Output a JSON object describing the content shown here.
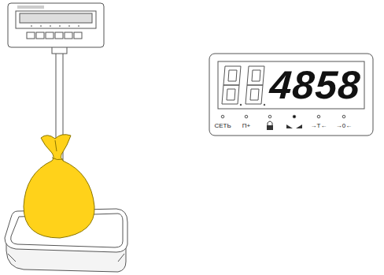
{
  "diagram": {
    "labels": [
      "4858",
      "СЕТЬ",
      "П+",
      "→T←",
      "→0←"
    ]
  }
}
